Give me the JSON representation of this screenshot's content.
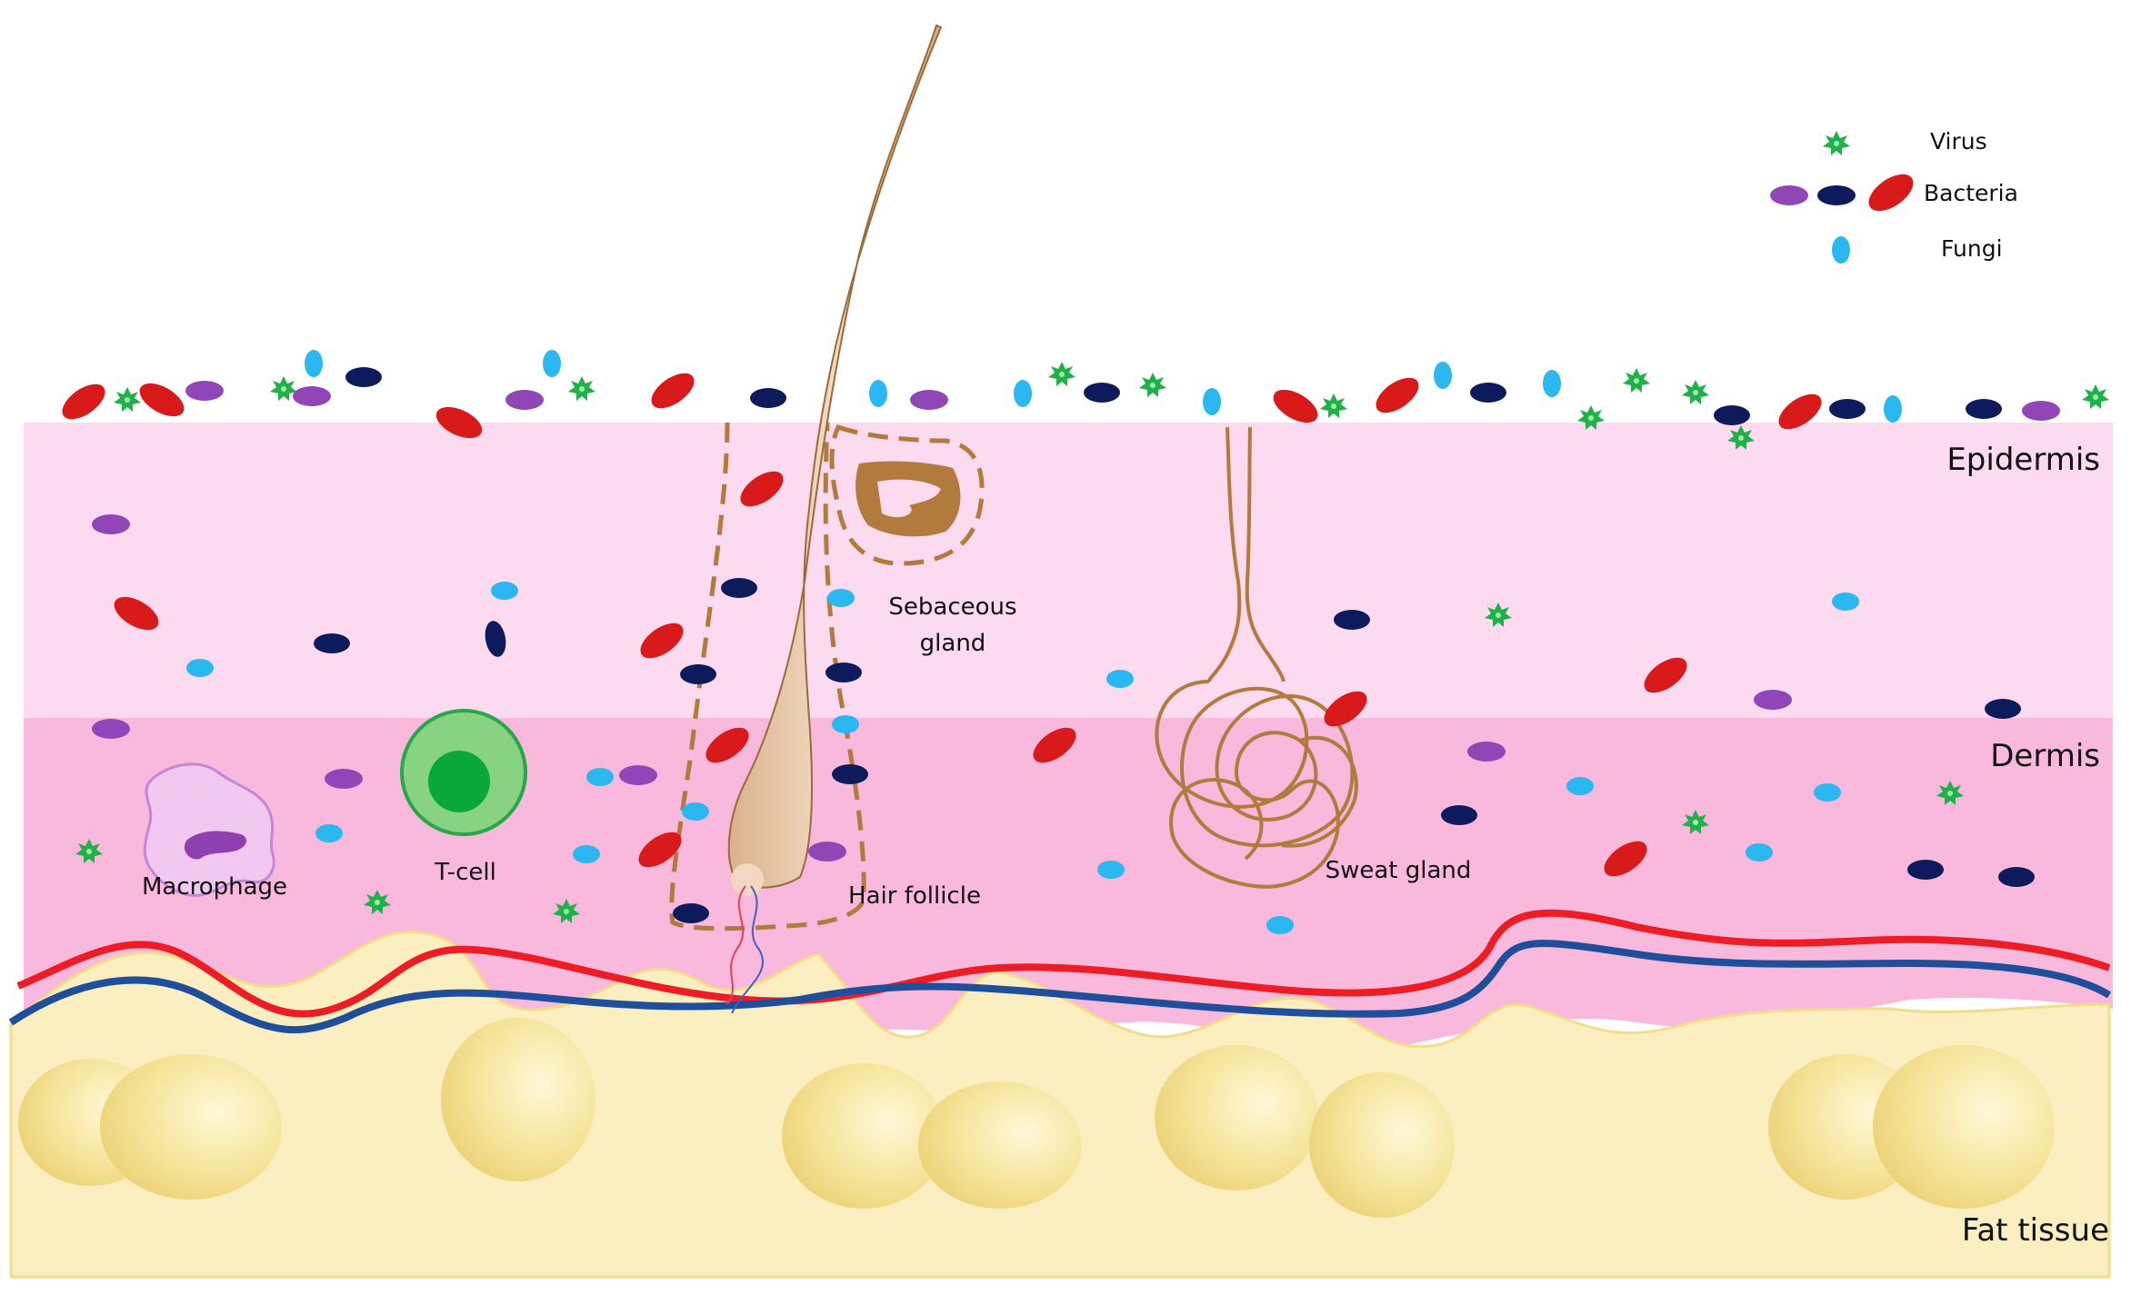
{
  "legend": {
    "virus": "Virus",
    "bacteria": "Bacteria",
    "fungi": "Fungi"
  },
  "layers": {
    "epidermis": "Epidermis",
    "dermis": "Dermis",
    "fat": "Fat tissue"
  },
  "structures": {
    "sebaceous_line1": "Sebaceous",
    "sebaceous_line2": "gland",
    "hair_follicle": "Hair follicle",
    "sweat_gland": "Sweat gland",
    "macrophage": "Macrophage",
    "t_cell": "T-cell"
  },
  "colors": {
    "epidermis": "#fcdaef",
    "dermis": "#f9b9dc",
    "fat": "#fbeec0",
    "virus": "#22b04b",
    "bacteria_red": "#d81a1a",
    "bacteria_navy": "#0d1a5c",
    "bacteria_purple": "#9146b8",
    "fungi": "#2bb7f0",
    "artery": "#ee1c24",
    "vein": "#1f4e9a",
    "gland": "#b27a3c",
    "hair": "#e9c9a8"
  }
}
